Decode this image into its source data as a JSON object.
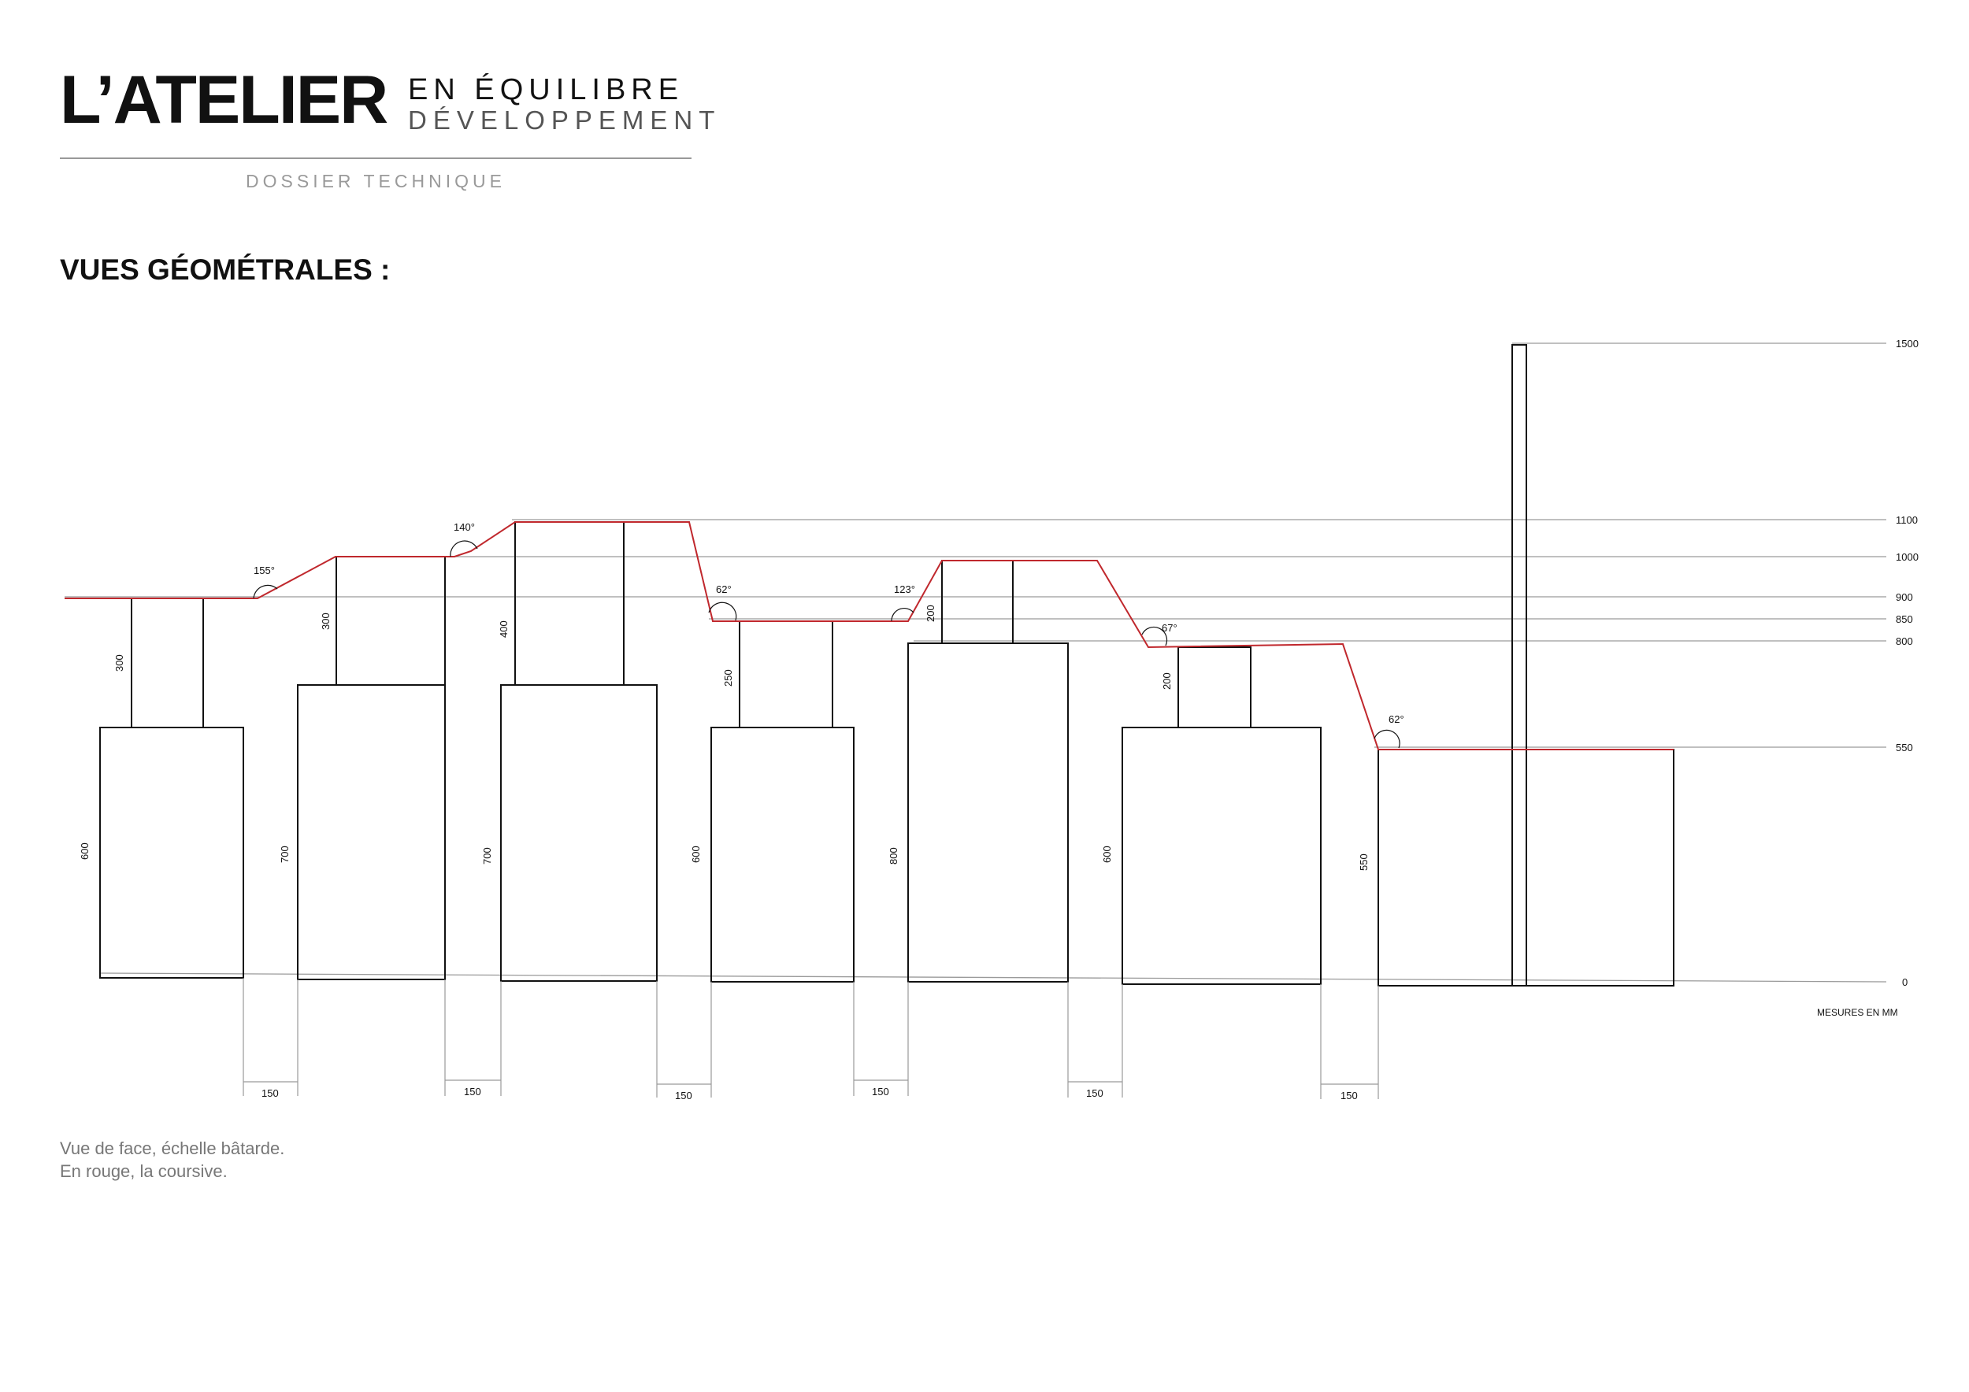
{
  "header": {
    "brand": "L’ATELIER",
    "tagline_1": "EN ÉQUILIBRE",
    "tagline_2": "DÉVELOPPEMENT",
    "subtitle": "DOSSIER TECHNIQUE"
  },
  "section_title": "VUES GÉOMÉTRALES :",
  "drawing": {
    "units_note": "MESURES EN MM",
    "levels": [
      "1500",
      "1100",
      "1000",
      "900",
      "850",
      "800",
      "550",
      "0"
    ],
    "block_heights": [
      "600",
      "700",
      "700",
      "600",
      "800",
      "600",
      "550"
    ],
    "upper_heights": [
      "300",
      "300",
      "400",
      "250",
      "200",
      "200"
    ],
    "gaps": [
      "150",
      "150",
      "150",
      "150",
      "150",
      "150"
    ],
    "angles": [
      "155°",
      "140°",
      "62°",
      "123°",
      "67°",
      "62°"
    ],
    "colors": {
      "outline": "#111111",
      "walkway": "#c0282d",
      "guide": "#9a9a9a"
    }
  },
  "caption": {
    "line_1": "Vue de face, échelle bâtarde.",
    "line_2": "En rouge, la coursive."
  }
}
